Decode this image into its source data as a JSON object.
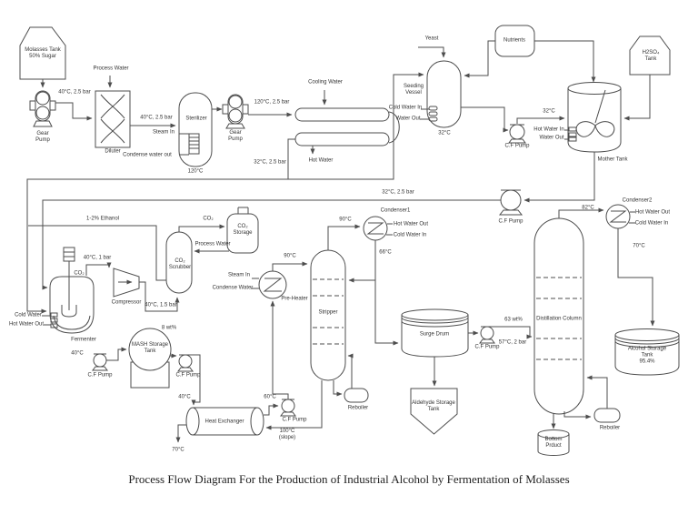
{
  "colors": {
    "line": "#4d4d4d",
    "text": "#333333",
    "background": "#ffffff"
  },
  "diagram": {
    "caption": "Process Flow Diagram For the Production of Industrial Alcohol by Fermentation of Molasses",
    "labels": {
      "molasses_tank": "Molasses Tank\n50% Sugar",
      "gear_pump_1": "Gear\nPump",
      "temp_40_25bar_feed": "40°C, 2.5 bar",
      "process_water_diluter": "Process  Water",
      "diluter": "Diluter",
      "temp_40_25bar_sterilizer": "40°C, 2.5 bar",
      "sterilizer": "Sterilizer",
      "steam_in_sterilizer": "Steam In",
      "condense_water_out": "Condense water out",
      "temp_120": "120°C",
      "gear_pump_2": "Gear\nPump",
      "temp_120_25bar": "120°C, 2.5 bar",
      "cooling_water": "Cooling Water",
      "hot_water": "Hot Water",
      "temp_32_25bar_cooler": "32°C, 2.5 bar",
      "yeast": "Yeast",
      "seeding_vessel": "Seeding\nVessel",
      "cold_water_in_seeding": "Cold Water In",
      "water_out_seeding": "Water Out",
      "temp_32_seeding": "32°C",
      "nutrients": "Nutrients",
      "cf_pump_seeding": "C.F Pump",
      "temp_32_mother": "32°C",
      "hot_water_in_mother": "Hot Water In",
      "water_out_mother": "Water Out",
      "h2so4_tank": "H2SO₄\nTank",
      "mother_tank": "Mother Tank",
      "temp_32_25bar_main": "32°C, 2.5 bar",
      "cf_pump_main": "C.F Pump",
      "condenser2": "Condenser2",
      "temp_82": "82°C",
      "hot_water_out_c2": "Hot Water Out",
      "cold_water_in_c2": "Cold Water In",
      "temp_70_c2": "70°C",
      "ethanol_1_2": "1-2% Ethanol",
      "co2_line": "CO₂",
      "co2_storage": "CO₂\nStorage",
      "process_water_scrubber": "Process Water",
      "co2_scrubber": "CO₂\nScrubber",
      "temp_40_1bar": "40°C, 1 bar",
      "co2_vent": "CO₂",
      "compressor": "Compressor",
      "temp_40_15bar": "40°C, 1.5 bar",
      "temp_90_preheater": "90°C",
      "steam_in_pre": "Steam In",
      "condense_water_pre": "Condense Water",
      "pre_heater": "Pre-Heater",
      "stripper": "Stripper",
      "temp_90_c1": "90°C",
      "condenser1": "Condenser1",
      "hot_water_out_c1": "Hot Water Out",
      "cold_water_in_c1": "Cold Water In",
      "temp_66": "66°C",
      "cold_water_ferm": "Cold Water",
      "hot_water_out_ferm": "Hot Water Out",
      "fermenter": "Fermenter",
      "temp_40_ferm": "40°C",
      "cf_pump_ferm": "C.F Pump",
      "mash_tank": "MASH Storage\nTank",
      "mash_conc": "8 wt%",
      "cf_pump_mash": "C.F Pump",
      "temp_40_he": "40°C",
      "heat_exchanger": "Heat Exchanger",
      "temp_60_he": "60°C",
      "cf_pump_he": "C.F Pump",
      "temp_100_slope": "100°C\n(slope)",
      "temp_70_he": "70°C",
      "reboiler_stripper": "Reboiler",
      "surge_drum": "Surge Drum",
      "aldehyde_tank": "Aldehyde Storage\nTank",
      "cf_pump_surge": "C.F Pump",
      "conc_63": "63 wt%",
      "temp_57_2bar": "57°C, 2 bar",
      "distillation_column": "Distillation Column",
      "alcohol_tank": "Alcohol Storage Tank\n95.4%",
      "bottom_product": "Bottom\nPrduct",
      "reboiler_column": "Reboiler"
    }
  }
}
